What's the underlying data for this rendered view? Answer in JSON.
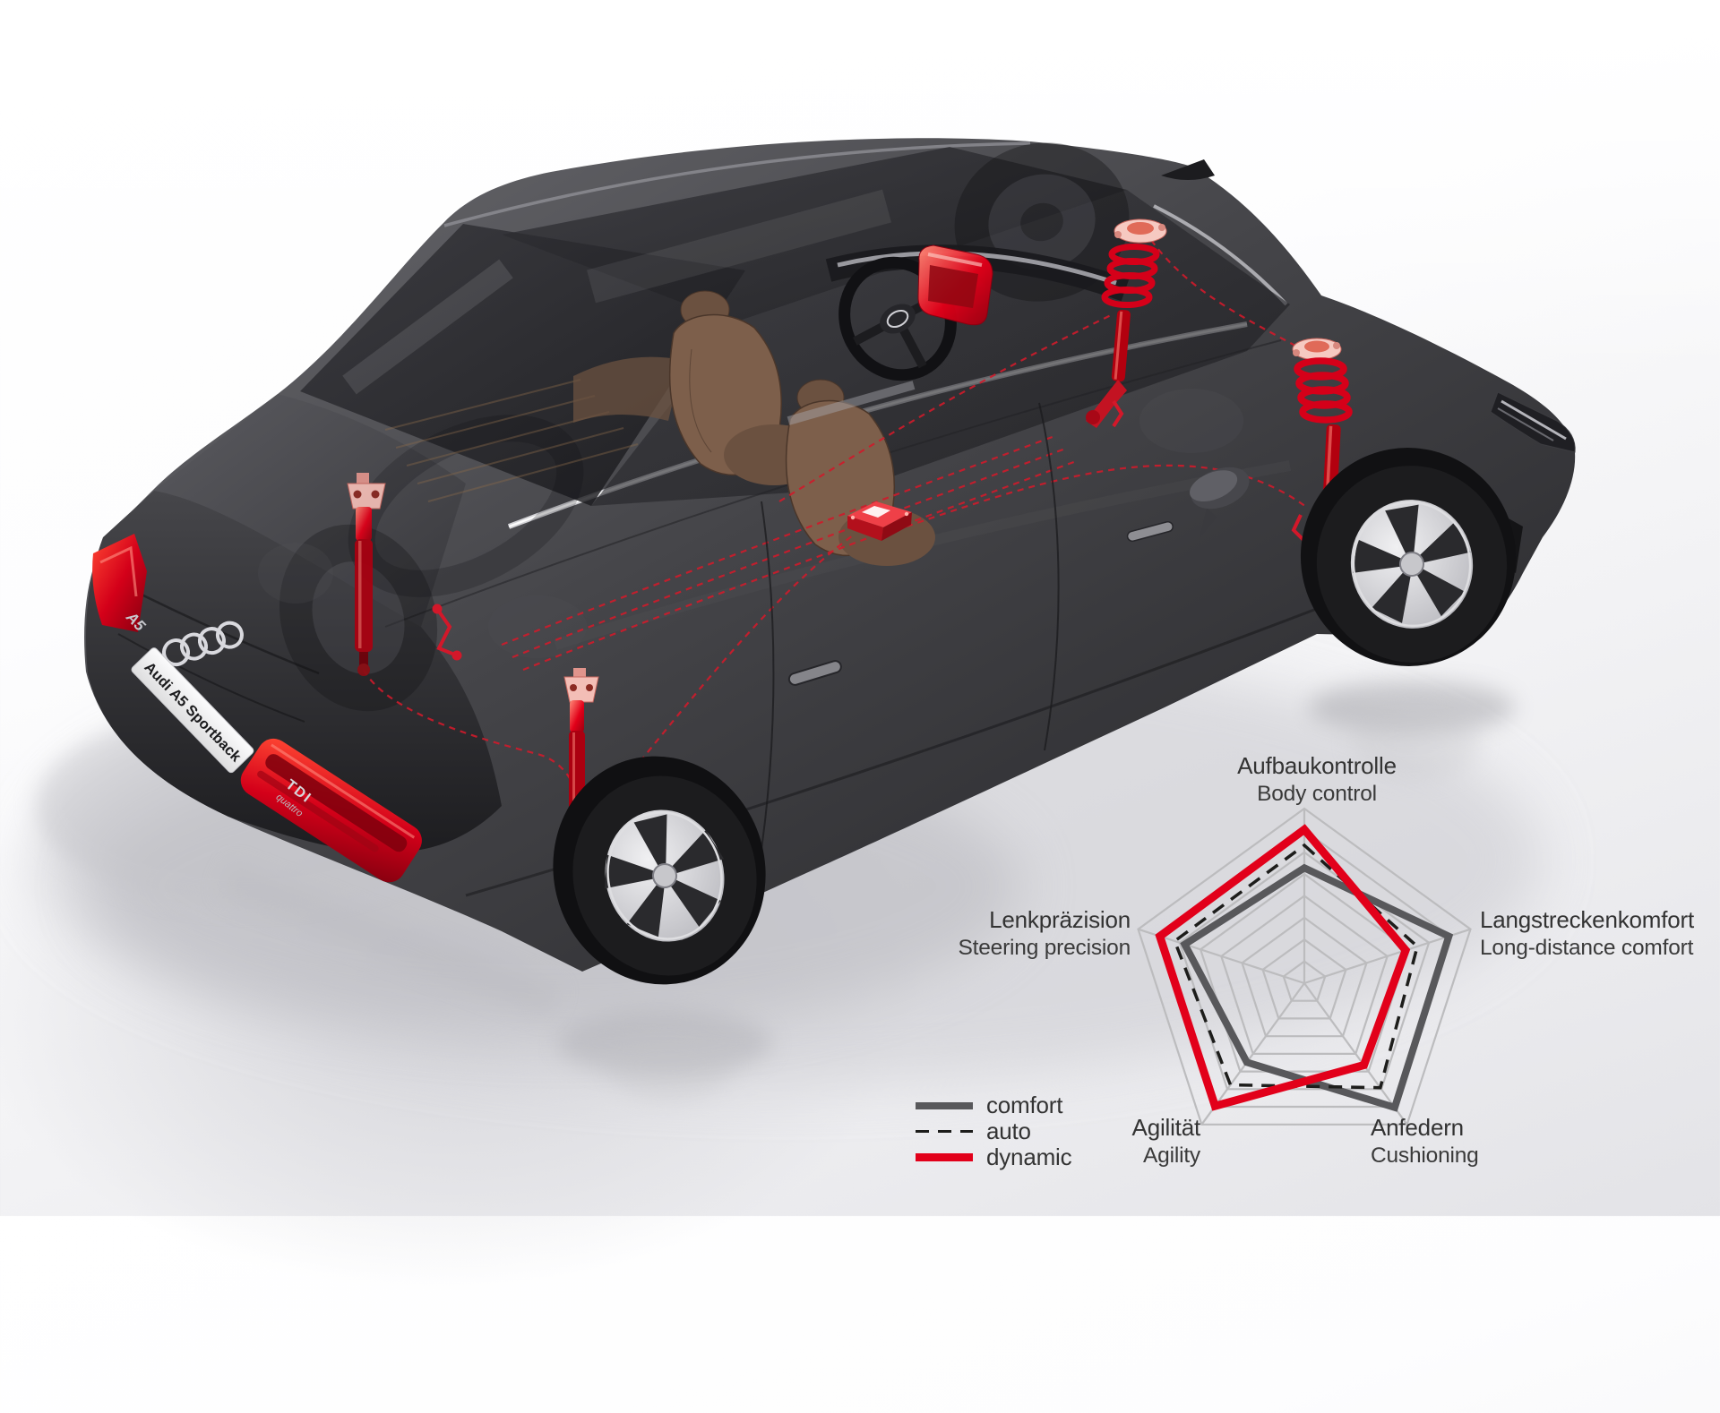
{
  "car": {
    "badges": {
      "model": "A5",
      "plate": "Audi A5 Sportback",
      "engine": "TDI",
      "drive": "quattro"
    }
  },
  "chart": {
    "axes": [
      {
        "de": "Aufbaukontrolle",
        "en": "Body control"
      },
      {
        "de": "Langstreckenkomfort",
        "en": "Long-distance comfort"
      },
      {
        "de": "Anfedern",
        "en": "Cushioning"
      },
      {
        "de": "Agilität",
        "en": "Agility"
      },
      {
        "de": "Lenkpräzision",
        "en": "Steering precision"
      }
    ],
    "legend": [
      "comfort",
      "auto",
      "dynamic"
    ]
  },
  "chart_data": {
    "type": "radar",
    "categories": [
      "Aufbaukontrolle / Body control",
      "Langstreckenkomfort / Long-distance comfort",
      "Anfedern / Cushioning",
      "Agilität / Agility",
      "Lenkpräzision / Steering precision"
    ],
    "series": [
      {
        "name": "comfort",
        "color": "#58585b",
        "style": "solid",
        "values": [
          0.66,
          0.87,
          0.88,
          0.56,
          0.72
        ]
      },
      {
        "name": "auto",
        "color": "#1d1d1b",
        "style": "dashed",
        "values": [
          0.79,
          0.68,
          0.74,
          0.72,
          0.78
        ]
      },
      {
        "name": "dynamic",
        "color": "#e2001a",
        "style": "solid",
        "values": [
          0.88,
          0.61,
          0.58,
          0.87,
          0.87
        ]
      }
    ],
    "scale": {
      "min": 0,
      "max": 1,
      "rings": 8
    },
    "grid": true,
    "legend_position": "bottom-left",
    "title": ""
  },
  "colors": {
    "accent_red": "#e2001a",
    "comfort_gray": "#58585b",
    "auto_black": "#1d1d1b",
    "label_text": "#333333",
    "grid_gray": "#bcbcbe",
    "car_body": "#424246",
    "seat_brown": "#7a5c46",
    "taillight_red": "#e3001e"
  }
}
